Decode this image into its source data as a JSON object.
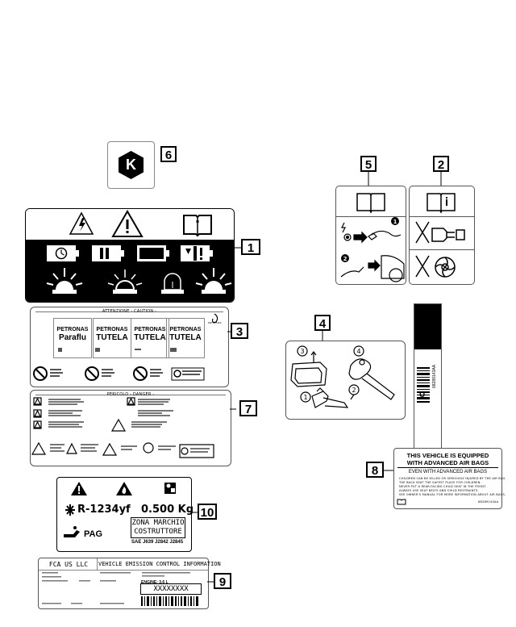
{
  "callouts": [
    "1",
    "2",
    "3",
    "4",
    "5",
    "6",
    "7",
    "8",
    "9",
    "10"
  ],
  "label6": {
    "letter": "K"
  },
  "label3": {
    "header": "ATTENZIONE - CAUTION -",
    "products": [
      {
        "brand": "PETRONAS",
        "name": "Paraflu"
      },
      {
        "brand": "PETRONAS",
        "name": "TUTELA"
      },
      {
        "brand": "PETRONAS",
        "name": "TUTELA"
      },
      {
        "brand": "PETRONAS",
        "name": "TUTELA"
      }
    ],
    "logo_text": "PETRONAS"
  },
  "label7": {
    "header": "PERICOLO - DANGER -"
  },
  "label8": {
    "barcode_text": "68289143AA",
    "letter": "U",
    "title_line1": "THIS VEHICLE IS EQUIPPED",
    "title_line2": "WITH ADVANCED AIR BAGS",
    "subtitle": "EVEN WITH ADVANCED AIR BAGS",
    "bullets": [
      "CHILDREN CAN BE KILLED OR SERIOUSLY INJURED BY THE AIR BAG.",
      "THE BACK SEAT THE SAFEST PLACE FOR CHILDREN.",
      "NEVER PUT A REAR-FACING CHILD SEAT IN THE FRONT.",
      "ALWAYS USE SEAT BELTS AND CHILD RESTRAINTS.",
      "SEE OWNER'S MANUAL FOR MORE INFORMATION ABOUT AIR BAGS."
    ],
    "part_number": "68289143AA"
  },
  "label10": {
    "refrigerant": "R-1234yf",
    "amount": "0.500 Kg",
    "zone_line1": "ZONA MARCHIO",
    "zone_line2": "COSTRUTTORE",
    "oil": "PAG",
    "standard": "SAE J639 J2842 J2845"
  },
  "label9": {
    "maker": "FCA US LLC",
    "title": "VEHICLE EMISSION CONTROL INFORMATION",
    "engine": "ENGINE: 3.6 L",
    "serial": "XXXXXXXX"
  },
  "diagram4": {
    "steps": [
      "1",
      "2",
      "3",
      "4"
    ]
  },
  "diagram5": {
    "steps": [
      "1",
      "2"
    ]
  }
}
